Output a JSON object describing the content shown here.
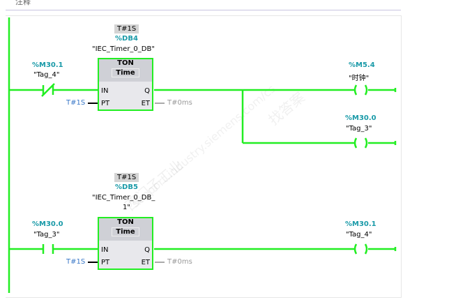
{
  "header": {
    "label": "注释"
  },
  "watermark": {
    "text1": "西门子工业",
    "text2": "support.industry.siemens.com/cs",
    "text3": "找答案"
  },
  "colors": {
    "powerflow": "#22ee22",
    "operand": "#1a9aa8"
  },
  "networks": [
    {
      "timer": {
        "preset_badge": "T#1S",
        "db": "%DB4",
        "instance": "\"IEC_Timer_0_DB\"",
        "instance_line2": "",
        "type": "TON",
        "subtitle": "Time",
        "pin_in": "IN",
        "pin_pt": "PT",
        "pin_q": "Q",
        "pin_et": "ET",
        "pt_value": "T#1S",
        "et_value": "T#0ms"
      },
      "contact": {
        "address": "%M30.1",
        "symbol": "\"Tag_4\"",
        "kind": "normally-closed"
      },
      "coils": [
        {
          "address": "%M5.4",
          "symbol": "\"时钟\""
        },
        {
          "address": "%M30.0",
          "symbol": "\"Tag_3\""
        }
      ]
    },
    {
      "timer": {
        "preset_badge": "T#1S",
        "db": "%DB5",
        "instance": "\"IEC_Timer_0_DB_",
        "instance_line2": "1\"",
        "type": "TON",
        "subtitle": "Time",
        "pin_in": "IN",
        "pin_pt": "PT",
        "pin_q": "Q",
        "pin_et": "ET",
        "pt_value": "T#1S",
        "et_value": "T#0ms"
      },
      "contact": {
        "address": "%M30.0",
        "symbol": "\"Tag_3\"",
        "kind": "normally-open"
      },
      "coils": [
        {
          "address": "%M30.1",
          "symbol": "\"Tag_4\""
        }
      ]
    }
  ]
}
